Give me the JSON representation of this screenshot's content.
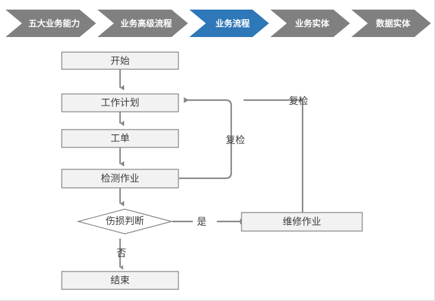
{
  "breadcrumb": {
    "active_color": "#2E77B8",
    "inactive_color": "#808080",
    "items": [
      {
        "label": "五大业务能力",
        "active": false
      },
      {
        "label": "业务高级流程",
        "active": false
      },
      {
        "label": "业务流程",
        "active": true
      },
      {
        "label": "业务实体",
        "active": false
      },
      {
        "label": "数据实体",
        "active": false
      }
    ]
  },
  "flowchart": {
    "type": "flowchart",
    "node_fill": "#F2F2F2",
    "node_stroke": "#808080",
    "edge_stroke": "#898989",
    "nodes": [
      {
        "id": "start",
        "label": "开始",
        "shape": "rect"
      },
      {
        "id": "workplan",
        "label": "工作计划",
        "shape": "rect"
      },
      {
        "id": "workorder",
        "label": "工单",
        "shape": "rect"
      },
      {
        "id": "inspect",
        "label": "检测作业",
        "shape": "rect"
      },
      {
        "id": "decision",
        "label": "伤损判断",
        "shape": "diamond"
      },
      {
        "id": "repair",
        "label": "维修作业",
        "shape": "rect"
      },
      {
        "id": "end",
        "label": "结束",
        "shape": "rect"
      }
    ],
    "edges": [
      {
        "from": "start",
        "to": "workplan",
        "label": ""
      },
      {
        "from": "workplan",
        "to": "workorder",
        "label": ""
      },
      {
        "from": "workorder",
        "to": "inspect",
        "label": ""
      },
      {
        "from": "inspect",
        "to": "decision",
        "label": ""
      },
      {
        "from": "inspect",
        "to": "workplan",
        "label": "复检"
      },
      {
        "from": "decision",
        "to": "repair",
        "label": "是"
      },
      {
        "from": "decision",
        "to": "end",
        "label": "否"
      },
      {
        "from": "repair",
        "to": "workplan",
        "label": "复检"
      }
    ],
    "edge_labels": {
      "recheck_inner": "复检",
      "recheck_outer": "复检",
      "yes": "是",
      "no": "否"
    }
  }
}
